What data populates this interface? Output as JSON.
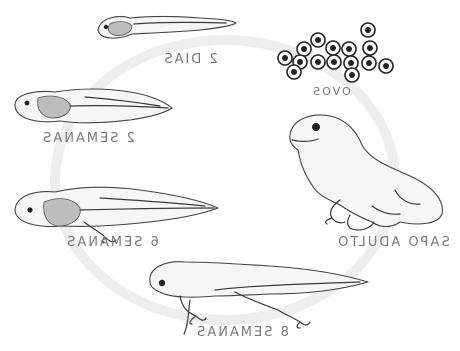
{
  "labels": {
    "stage_2_days": "2 DIAS",
    "eggs": "OVOS",
    "stage_2_weeks": "2 SEMANAS",
    "adult_toad": "SAPO ADULTO",
    "stage_6_weeks": "6 SEMANAS",
    "stage_8_weeks": "8 SEMANAS"
  }
}
